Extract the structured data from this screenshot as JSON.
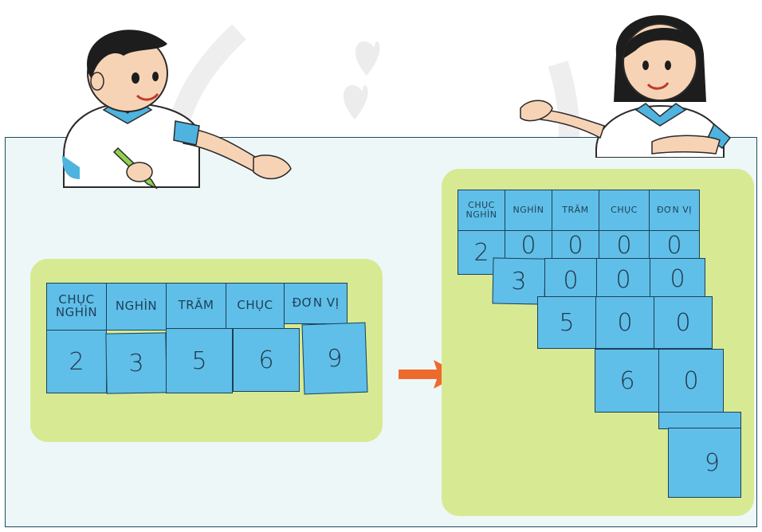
{
  "colors": {
    "panel": "#d7ea93",
    "card": "#5fbfe8",
    "board": "#eef7f8",
    "arrow": "#ee6a2c",
    "outline": "#1f3f58"
  },
  "left_table": {
    "headers": [
      "CHỤC NGHÌN",
      "NGHÌN",
      "TRĂM",
      "CHỤC",
      "ĐƠN VỊ"
    ],
    "digits": [
      "2",
      "3",
      "5",
      "6",
      "9"
    ]
  },
  "right_table": {
    "headers": [
      "CHỤC NGHÌN",
      "NGHÌN",
      "TRĂM",
      "CHỤC",
      "ĐƠN VỊ"
    ],
    "rows": [
      [
        "2",
        "0",
        "0",
        "0",
        "0"
      ],
      [
        "3",
        "0",
        "0",
        "0"
      ],
      [
        "5",
        "0",
        "0"
      ],
      [
        "6",
        "0"
      ],
      [
        "9"
      ]
    ]
  },
  "icons": {
    "arrow": "right-arrow-icon",
    "boy": "boy-student-illustration",
    "girl": "girl-student-illustration",
    "pencil": "pencil-icon"
  }
}
